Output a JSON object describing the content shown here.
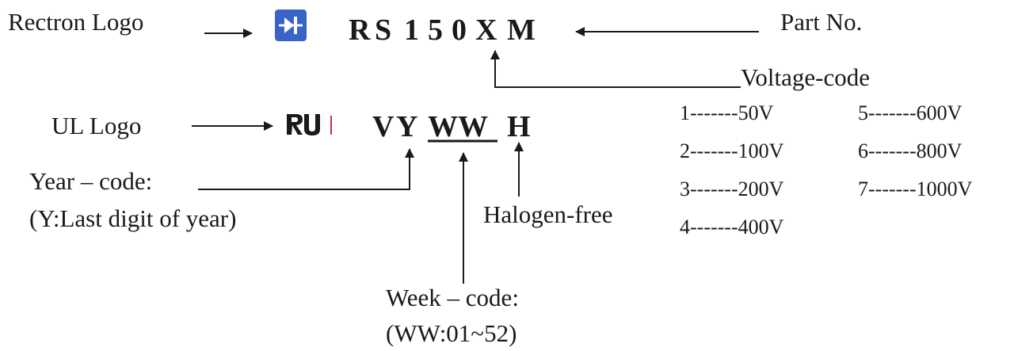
{
  "labels": {
    "rectron_logo": "Rectron Logo",
    "part_no": "Part No.",
    "voltage_code": "Voltage-code",
    "ul_logo": "UL Logo",
    "year_code_line1": "Year – code:",
    "year_code_line2": "(Y:Last digit of year)",
    "halogen_free": "Halogen-free",
    "week_code_line1": "Week – code:",
    "week_code_line2": "(WW:01~52)"
  },
  "part_number": {
    "chars": [
      "R",
      "S",
      "1",
      "5",
      "0",
      "X",
      "M"
    ]
  },
  "marking": {
    "v": "V",
    "y": "Y",
    "ww": "WW",
    "h": "H"
  },
  "voltage_codes": [
    {
      "text": "1-------50V"
    },
    {
      "text": "2-------100V"
    },
    {
      "text": "3-------200V"
    },
    {
      "text": "4-------400V"
    },
    {
      "text": "5-------600V"
    },
    {
      "text": "6-------800V"
    },
    {
      "text": "7-------1000V"
    }
  ],
  "colors": {
    "logo_blue": "#3a63c8",
    "ink": "#1a1a1a",
    "ul_accent": "#c03050"
  },
  "icons": {
    "rectron_logo": "diode-symbol-icon",
    "ul_logo": "ul-recognized-mark-icon"
  }
}
